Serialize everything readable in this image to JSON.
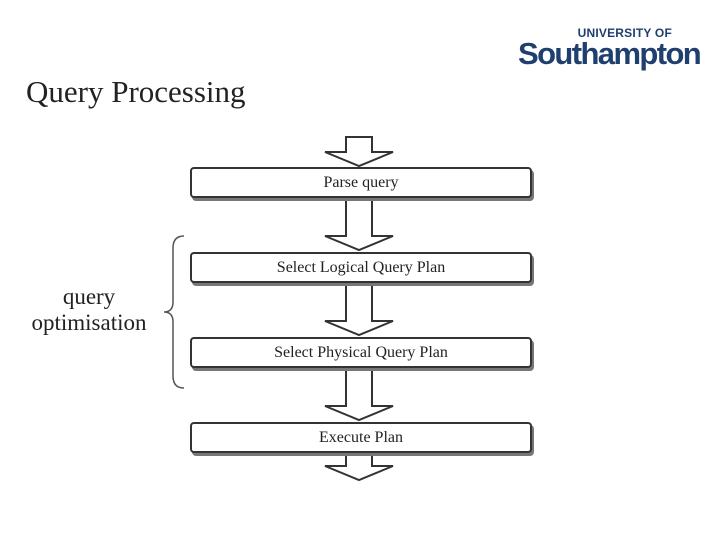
{
  "logo": {
    "top_text": "UNIVERSITY OF",
    "main_text": "Southampton"
  },
  "slide": {
    "title": "Query Processing"
  },
  "diagram": {
    "steps": [
      "Parse query",
      "Select Logical Query Plan",
      "Select Physical Query Plan",
      "Execute Plan"
    ],
    "bracket_label": [
      "query",
      "optimisation"
    ]
  },
  "colors": {
    "brand": "#1f3f6e",
    "stroke": "#333333",
    "text": "#222222"
  }
}
